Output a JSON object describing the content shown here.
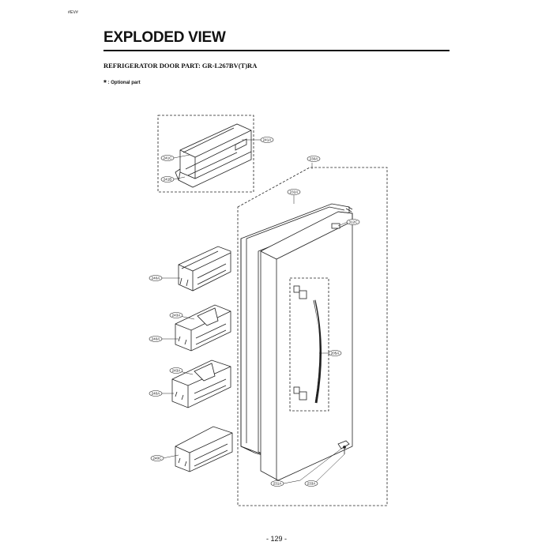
{
  "header": {
    "corner_code": "#EV#",
    "title": "EXPLODED VIEW",
    "subtitle": "REFRIGERATOR DOOR PART: GR-L267BV(T)RA",
    "note_symbol": "*",
    "note_text": ": Optional part"
  },
  "callouts": {
    "c241a": "241A",
    "c241c": "241C",
    "c241b": "241B",
    "c230a": "230A",
    "c232a": "232A",
    "c312c": "312C",
    "c240a_1": "240A",
    "c243a_1": "243A",
    "c240a_2": "240A",
    "c243a_2": "243A",
    "c240a_3": "240A",
    "c205a": "205A",
    "c240c": "240C",
    "c231a": "231A",
    "c233a": "233A"
  },
  "footer": {
    "page_number": "- 129 -"
  }
}
